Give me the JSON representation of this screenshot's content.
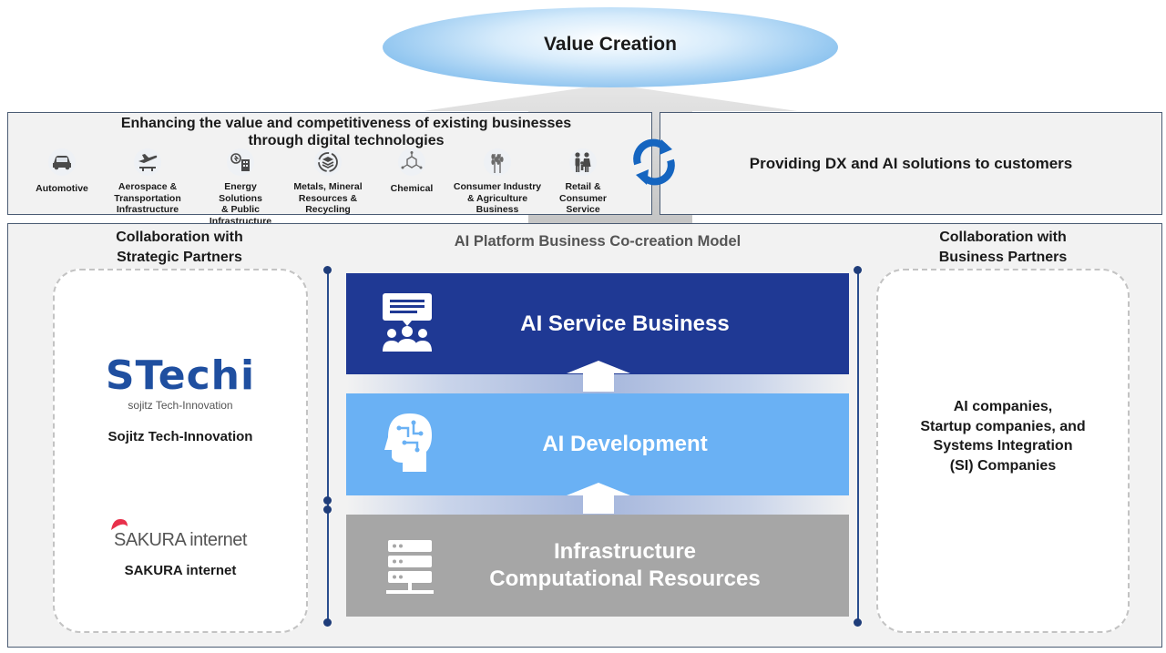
{
  "value_creation": "Value Creation",
  "top_left": {
    "title_line1": "Enhancing the value and competitiveness of existing businesses",
    "title_line2": "through digital technologies",
    "industries": [
      {
        "icon": "car-icon",
        "lines": [
          "Automotive"
        ]
      },
      {
        "icon": "airplane-icon",
        "lines": [
          "Aerospace &",
          "Transportation",
          "Infrastructure"
        ]
      },
      {
        "icon": "energy-building-icon",
        "lines": [
          "Energy Solutions",
          "& Public",
          "Infrastructure"
        ]
      },
      {
        "icon": "recycling-layers-icon",
        "lines": [
          "Metals, Mineral",
          "Resources &",
          "Recycling"
        ]
      },
      {
        "icon": "molecule-icon",
        "lines": [
          "Chemical"
        ]
      },
      {
        "icon": "wheat-icon",
        "lines": [
          "Consumer Industry",
          "& Agriculture",
          "Business"
        ]
      },
      {
        "icon": "family-icon",
        "lines": [
          "Retail &",
          "Consumer",
          "Service"
        ]
      }
    ]
  },
  "top_right": {
    "text": "Providing DX and AI solutions to customers"
  },
  "platform_title": "AI Platform Business Co-creation Model",
  "left_panel": {
    "title_line1": "Collaboration with",
    "title_line2": "Strategic Partners",
    "stechi_logo_text": "STechi",
    "stechi_logo_sub": "sojitz Tech-Innovation",
    "stechi_name": "Sojitz Tech-Innovation",
    "sakura_logo_text": "SAKURA internet",
    "sakura_name": "SAKURA internet"
  },
  "right_panel": {
    "title_line1": "Collaboration with",
    "title_line2": "Business Partners",
    "lines": [
      "AI companies,",
      "Startup companies, and",
      "Systems Integration",
      "(SI) Companies"
    ]
  },
  "layers": {
    "service": "AI Service Business",
    "development": "AI Development",
    "infra_line1": "Infrastructure",
    "infra_line2": "Computational Resources"
  },
  "colors": {
    "service": "#1f3994",
    "development": "#6ab1f4",
    "infrastructure": "#a6a6a6",
    "frame": "#4b5c74",
    "cycle": "#1565c0"
  }
}
